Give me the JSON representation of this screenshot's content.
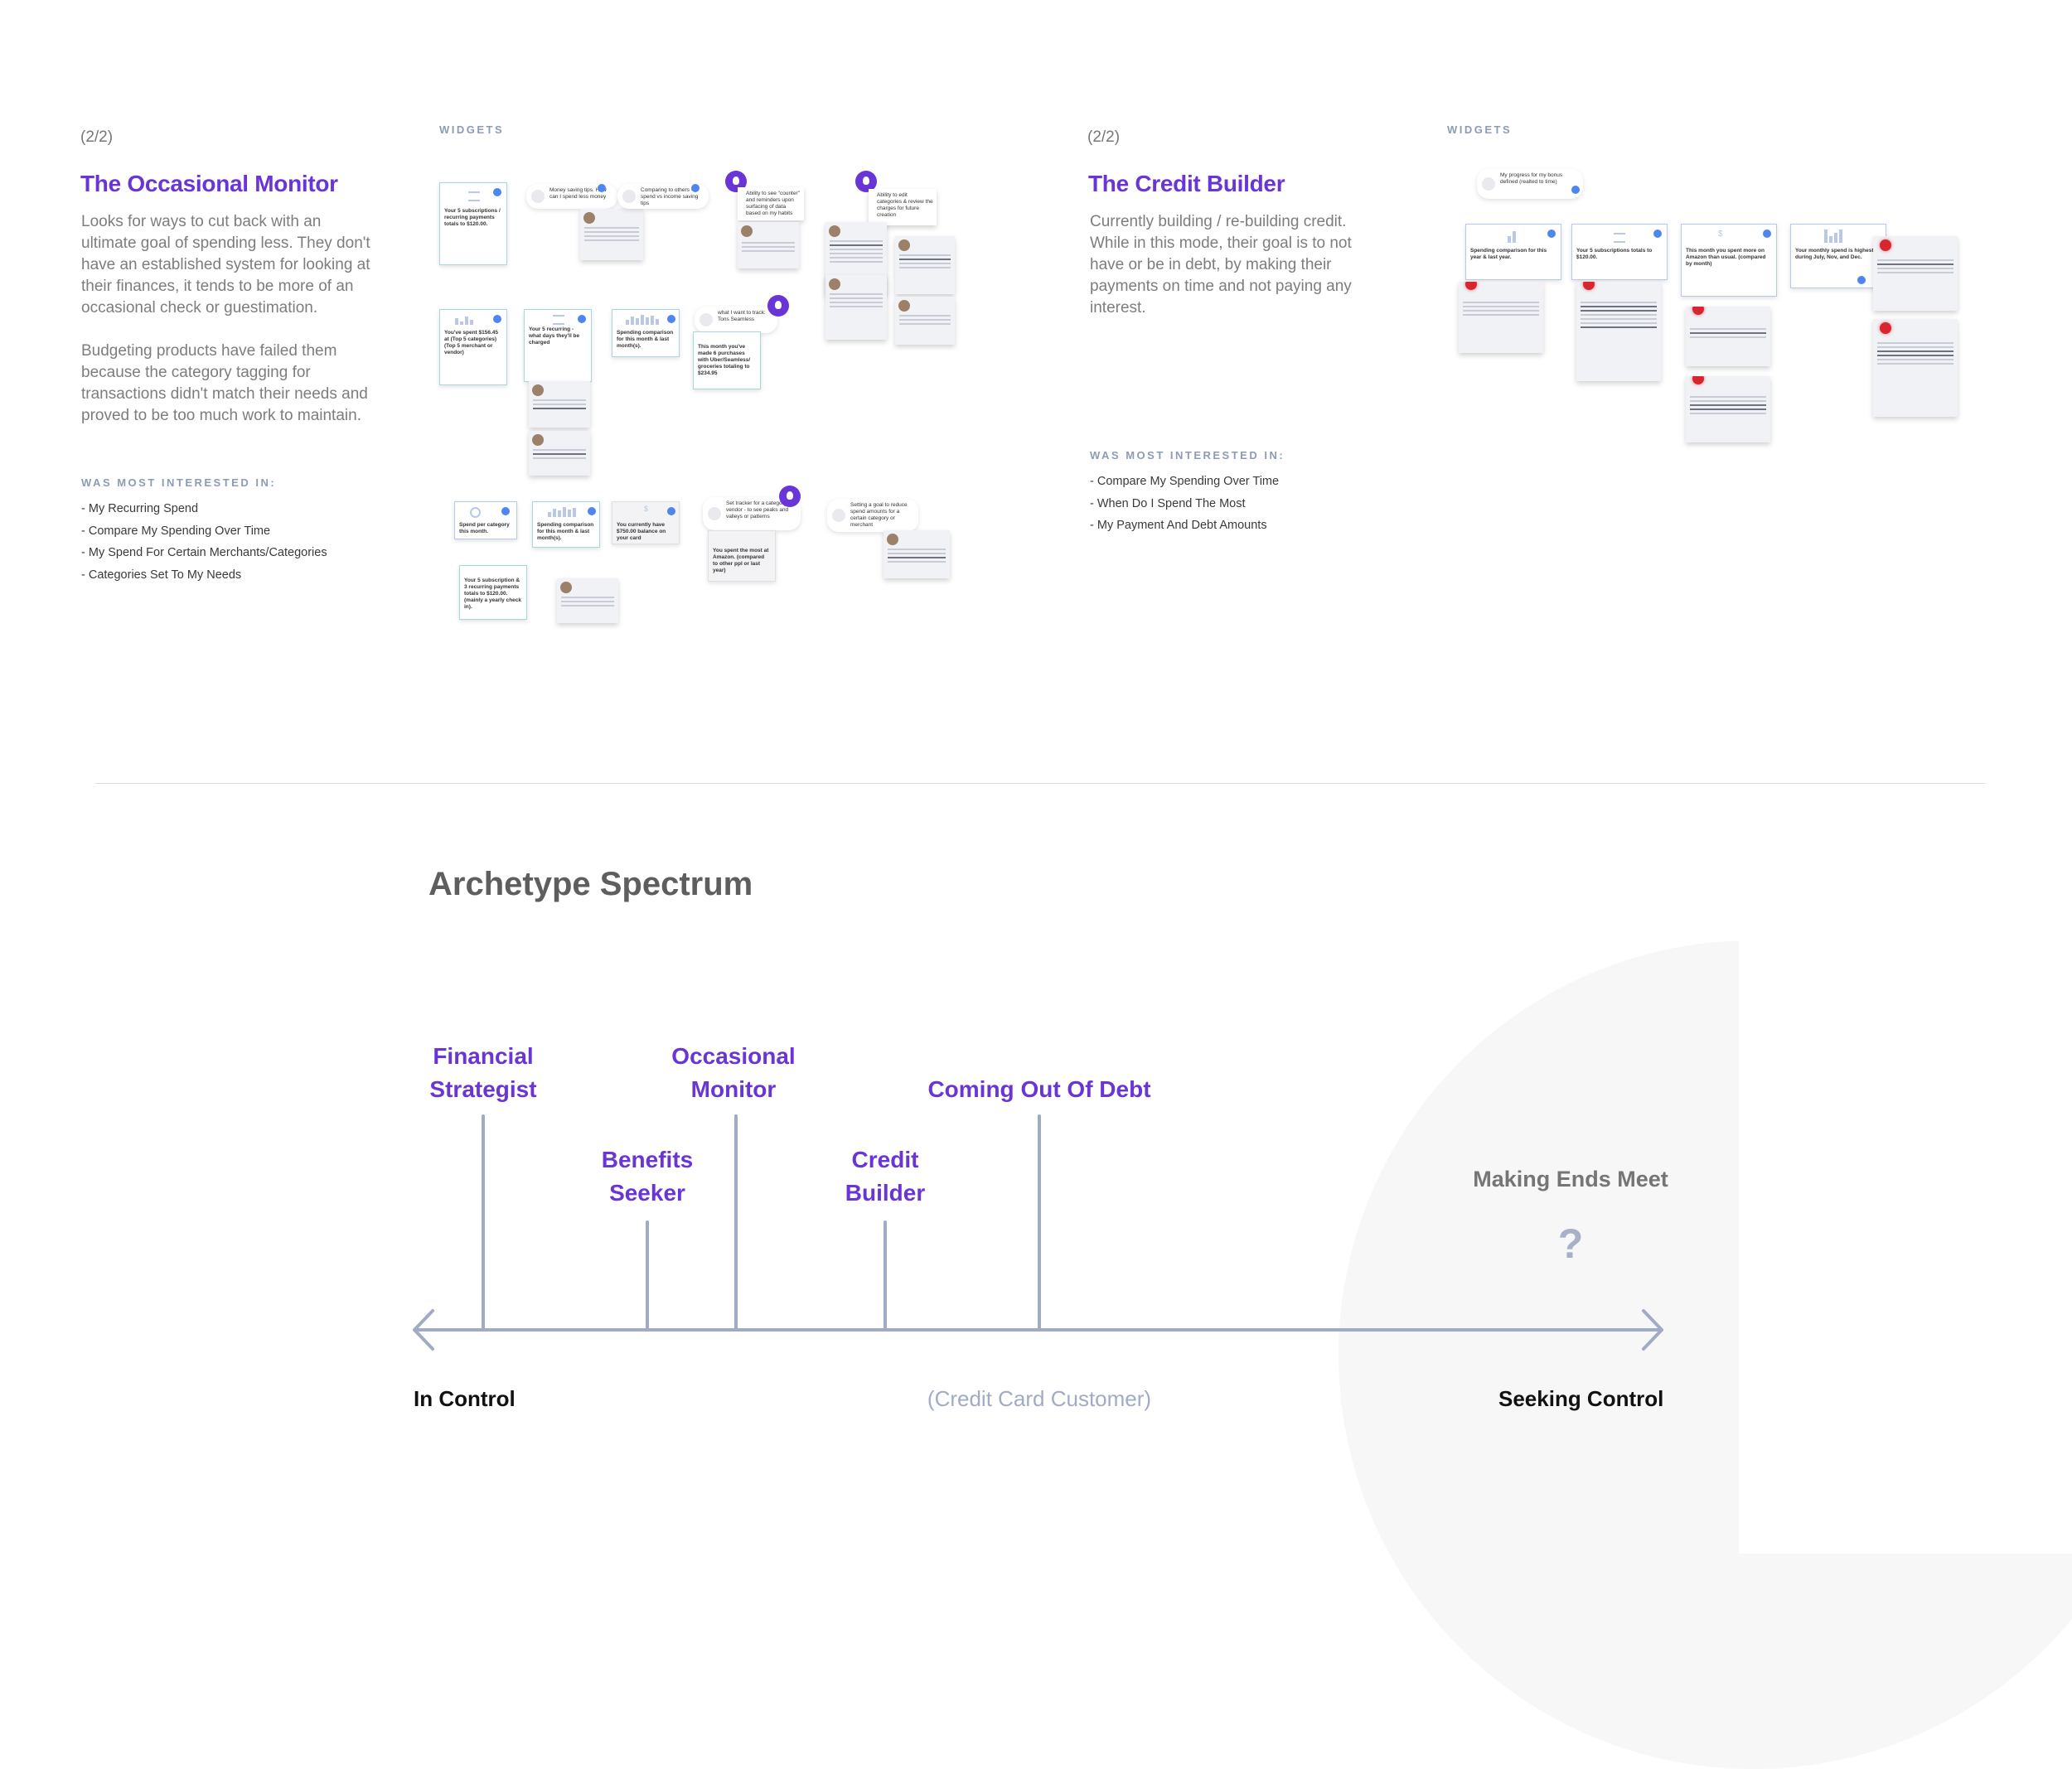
{
  "left_persona": {
    "pager": "(2/2)",
    "title": "The Occasional Monitor",
    "desc1": "Looks for ways to cut back with an ultimate goal of spending less. They don't have an established system for looking at their finances, it tends to be more of an occasional check or guestimation.",
    "desc2": "Budgeting products have failed them because the category tagging for transactions didn't match their needs and proved to be too much work to maintain.",
    "interest_label": "WAS MOST INTERESTED IN:",
    "interests": [
      "My Recurring Spend",
      "Compare My Spending Over Time",
      "My Spend For Certain Merchants/Categories",
      "Categories Set To My Needs"
    ],
    "widgets_label": "WIDGETS",
    "widget_cards": [
      "Your 5 subscriptions / recurring payments totals to $120.00.",
      "You've spent $156.45 at (Top 5 categories) (Top 5 merchant or vendor)",
      "Your 5 recurring - what days they'll be charged",
      "Spending comparison for this month & last month(s).",
      "This month you've made 6 purchases with Uber/Seamless/ groceries totaling to $234.95",
      "Spend per category this month.",
      "Spending comparison for this month & last month(s).",
      "You currently have $750.00 balance on your card",
      "You spent the most at Amazon. (compared to other ppl or last year)",
      "Your 5 subscription & 3 recurring payments totals to $120.00. (mainly a yearly check in)."
    ],
    "widget_bubbles": [
      "Money saving tips. How can I spend less money",
      "Comparing to others - spend vs income saving tips",
      "Ability to see \"counter\" and reminders upon surfacing of data based on my habits",
      "Ability to edit categories & review the charges for future creation",
      "what I want to track: Tons Seamless",
      "Set tracker for a category or vendor - to see peaks and valleys or patterns",
      "Setting a goal to reduce spend amounts for a certain category or merchant"
    ]
  },
  "right_persona": {
    "pager": "(2/2)",
    "title": "The Credit Builder",
    "desc": "Currently building / re-building credit. While in this mode, their goal is to not have or be in debt, by making their payments on time and not paying any interest.",
    "interest_label": "WAS MOST INTERESTED IN:",
    "interests": [
      "Compare My Spending Over Time",
      "When Do I Spend The Most",
      "My Payment And Debt Amounts"
    ],
    "widgets_label": "WIDGETS",
    "widget_bubble": "My progress for my bonus defined (realted to time)",
    "widget_cards": [
      "Spending comparison for this year & last year.",
      "Your 5 subscriptions totals to $120.00.",
      "This month you spent more on Amazon than usual. (compared by month)",
      "Your monthly spend is highest during July, Nov, and Dec."
    ]
  },
  "spectrum": {
    "title": "Archetype Spectrum",
    "left_end": "In Control",
    "right_end": "Seeking Control",
    "center_note": "(Credit Card Customer)",
    "archetypes": [
      {
        "line1": "Financial",
        "line2": "Strategist"
      },
      {
        "line1": "Benefits",
        "line2": "Seeker"
      },
      {
        "line1": "Occasional",
        "line2": "Monitor"
      },
      {
        "line1": "Credit",
        "line2": "Builder"
      },
      {
        "line1": "Coming Out Of Debt",
        "line2": ""
      }
    ],
    "unknown": {
      "label": "Making Ends Meet",
      "mark": "?"
    }
  },
  "colors": {
    "accent": "#6a35d6",
    "axis": "#a1abc4",
    "note_bg": "#f1f2f6",
    "pin_blue": "#4d86f0"
  }
}
